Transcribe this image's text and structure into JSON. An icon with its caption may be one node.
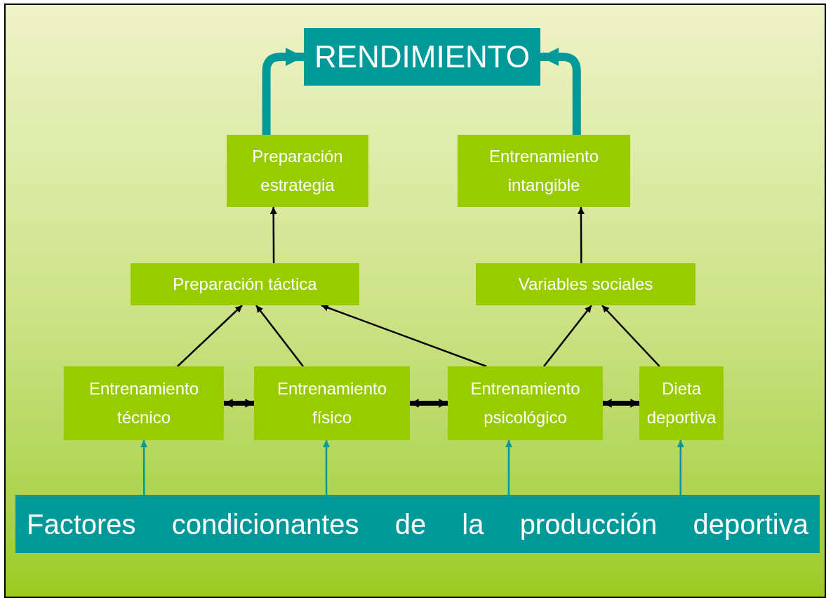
{
  "diagram": {
    "nodes": [
      {
        "text": [
          "RENDIMIENTO"
        ]
      },
      {
        "text": [
          "Preparación estrategia"
        ]
      },
      {
        "text": [
          "Entrenamiento intangible"
        ]
      },
      {
        "text": [
          "Preparación táctica"
        ]
      },
      {
        "text": [
          "Variables sociales"
        ]
      },
      {
        "text": [
          "Entrenamiento técnico"
        ]
      },
      {
        "text": [
          "Entrenamiento físico"
        ]
      },
      {
        "text": [
          "Entrenamiento psicológico"
        ]
      },
      {
        "text": [
          "Dieta deportiva"
        ]
      },
      {
        "text": [
          "Factores condicionantes de la producción deportiva"
        ]
      }
    ],
    "edges": [
      {
        "from": 1,
        "to": 0,
        "arrow": "to",
        "style": "thick",
        "color": "#009999"
      },
      {
        "from": 2,
        "to": 0,
        "arrow": "to",
        "style": "thick",
        "color": "#009999"
      },
      {
        "from": 3,
        "to": 1,
        "arrow": "to"
      },
      {
        "from": 4,
        "to": 2,
        "arrow": "to"
      },
      {
        "from": 5,
        "to": 3,
        "arrow": "to"
      },
      {
        "from": 6,
        "to": 3,
        "arrow": "to"
      },
      {
        "from": 7,
        "to": 3,
        "arrow": "to"
      },
      {
        "from": 7,
        "to": 4,
        "arrow": "to"
      },
      {
        "from": 8,
        "to": 4,
        "arrow": "to"
      },
      {
        "from": 5,
        "to": 6,
        "arrow": "both",
        "style": "thick"
      },
      {
        "from": 6,
        "to": 7,
        "arrow": "both",
        "style": "thick"
      },
      {
        "from": 7,
        "to": 8,
        "arrow": "both",
        "style": "thick"
      },
      {
        "from": 9,
        "to": 5,
        "arrow": "to",
        "color": "#009999"
      },
      {
        "from": 9,
        "to": 6,
        "arrow": "to",
        "color": "#009999"
      },
      {
        "from": 9,
        "to": 7,
        "arrow": "to",
        "color": "#009999"
      },
      {
        "from": 9,
        "to": 8,
        "arrow": "to",
        "color": "#009999"
      }
    ]
  }
}
